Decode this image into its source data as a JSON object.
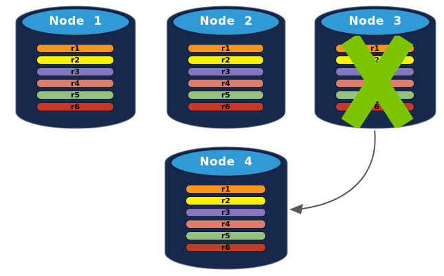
{
  "palette": {
    "background": "#FFFFFF",
    "cylinder_body": "#17284B",
    "cylinder_edge": "#6B7A96",
    "cylinder_top": "#2F9AD6",
    "cylinder_top_outline": "#132240",
    "title_text": "#FFFFFF",
    "bar_text": "#000000"
  },
  "nodes": [
    {
      "title": "Node 1",
      "failed": false,
      "replicas": [
        {
          "label": "r1",
          "color": "#F7941D"
        },
        {
          "label": "r2",
          "color": "#FFF200"
        },
        {
          "label": "r3",
          "color": "#8577BE"
        },
        {
          "label": "r4",
          "color": "#DC7E6B"
        },
        {
          "label": "r5",
          "color": "#93C37E"
        },
        {
          "label": "r6",
          "color": "#C13B27"
        }
      ]
    },
    {
      "title": "Node 2",
      "failed": false,
      "replicas": [
        {
          "label": "r1",
          "color": "#F7941D"
        },
        {
          "label": "r2",
          "color": "#FFF200"
        },
        {
          "label": "r3",
          "color": "#8577BE"
        },
        {
          "label": "r4",
          "color": "#DC7E6B"
        },
        {
          "label": "r5",
          "color": "#93C37E"
        },
        {
          "label": "r6",
          "color": "#C13B27"
        }
      ]
    },
    {
      "title": "Node 3",
      "failed": true,
      "replicas": [
        {
          "label": "r1",
          "color": "#F7941D"
        },
        {
          "label": "r2",
          "color": "#FFF200"
        },
        {
          "label": "r3",
          "color": "#8577BE"
        },
        {
          "label": "r4",
          "color": "#DC7E6B"
        },
        {
          "label": "r5",
          "color": "#93C37E"
        },
        {
          "label": "r6",
          "color": "#C13B27"
        }
      ]
    },
    {
      "title": "Node 4",
      "failed": false,
      "replicas": [
        {
          "label": "r1",
          "color": "#F7941D"
        },
        {
          "label": "r2",
          "color": "#FFF200"
        },
        {
          "label": "r3",
          "color": "#8577BE"
        },
        {
          "label": "r4",
          "color": "#DC7E6B"
        },
        {
          "label": "r5",
          "color": "#93C37E"
        },
        {
          "label": "r6",
          "color": "#C13B27"
        }
      ]
    }
  ],
  "failure_mark": {
    "on_node": "Node 3",
    "shape": "cross-icon",
    "color": "#7CC400"
  },
  "arrow": {
    "from": "Node 3",
    "to": "Node 4",
    "shape": "curved-arrow-icon",
    "color": "#595959"
  }
}
